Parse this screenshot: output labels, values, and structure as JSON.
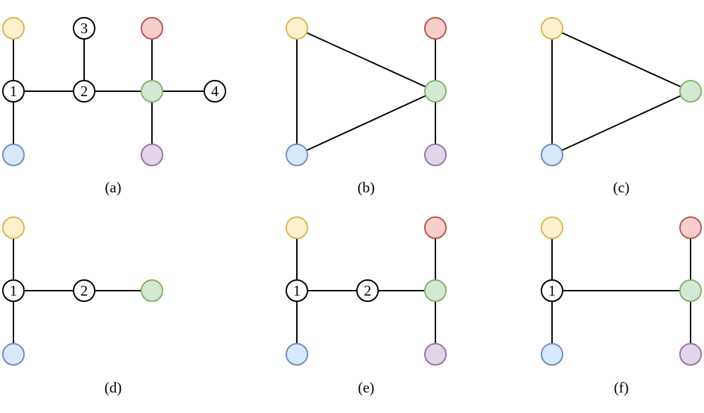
{
  "colors": {
    "yellow": {
      "fill": "#fff2cc",
      "stroke": "#d6b656"
    },
    "red": {
      "fill": "#f8cecc",
      "stroke": "#b85450"
    },
    "green": {
      "fill": "#d5e8d4",
      "stroke": "#82b366"
    },
    "blue": {
      "fill": "#dae8fc",
      "stroke": "#6c8ebf"
    },
    "purple": {
      "fill": "#e1d5e7",
      "stroke": "#9673a6"
    },
    "plain": {
      "fill": "#ffffff",
      "stroke": "#000000"
    }
  },
  "panels": [
    {
      "caption": "(a)",
      "nodes": [
        {
          "id": "y",
          "color": "yellow",
          "label": ""
        },
        {
          "id": "n3",
          "color": "plain",
          "label": "3"
        },
        {
          "id": "r",
          "color": "red",
          "label": ""
        },
        {
          "id": "n1",
          "color": "plain",
          "label": "1"
        },
        {
          "id": "n2",
          "color": "plain",
          "label": "2"
        },
        {
          "id": "g",
          "color": "green",
          "label": ""
        },
        {
          "id": "n4",
          "color": "plain",
          "label": "4"
        },
        {
          "id": "b",
          "color": "blue",
          "label": ""
        },
        {
          "id": "p",
          "color": "purple",
          "label": ""
        }
      ],
      "edges": [
        [
          "y",
          "n1"
        ],
        [
          "n1",
          "b"
        ],
        [
          "n1",
          "n2"
        ],
        [
          "n2",
          "n3"
        ],
        [
          "n2",
          "g"
        ],
        [
          "g",
          "r"
        ],
        [
          "g",
          "p"
        ],
        [
          "g",
          "n4"
        ]
      ]
    },
    {
      "caption": "(b)",
      "nodes": [
        {
          "id": "y",
          "color": "yellow",
          "label": ""
        },
        {
          "id": "r",
          "color": "red",
          "label": ""
        },
        {
          "id": "g",
          "color": "green",
          "label": ""
        },
        {
          "id": "b",
          "color": "blue",
          "label": ""
        },
        {
          "id": "p",
          "color": "purple",
          "label": ""
        }
      ],
      "edges": [
        [
          "y",
          "b"
        ],
        [
          "y",
          "g"
        ],
        [
          "b",
          "g"
        ],
        [
          "g",
          "r"
        ],
        [
          "g",
          "p"
        ]
      ]
    },
    {
      "caption": "(c)",
      "nodes": [
        {
          "id": "y",
          "color": "yellow",
          "label": ""
        },
        {
          "id": "g",
          "color": "green",
          "label": ""
        },
        {
          "id": "b",
          "color": "blue",
          "label": ""
        }
      ],
      "edges": [
        [
          "y",
          "b"
        ],
        [
          "y",
          "g"
        ],
        [
          "b",
          "g"
        ]
      ]
    },
    {
      "caption": "(d)",
      "nodes": [
        {
          "id": "y",
          "color": "yellow",
          "label": ""
        },
        {
          "id": "n1",
          "color": "plain",
          "label": "1"
        },
        {
          "id": "n2",
          "color": "plain",
          "label": "2"
        },
        {
          "id": "g",
          "color": "green",
          "label": ""
        },
        {
          "id": "b",
          "color": "blue",
          "label": ""
        }
      ],
      "edges": [
        [
          "y",
          "n1"
        ],
        [
          "n1",
          "b"
        ],
        [
          "n1",
          "n2"
        ],
        [
          "n2",
          "g"
        ]
      ]
    },
    {
      "caption": "(e)",
      "nodes": [
        {
          "id": "y",
          "color": "yellow",
          "label": ""
        },
        {
          "id": "r",
          "color": "red",
          "label": ""
        },
        {
          "id": "n1",
          "color": "plain",
          "label": "1"
        },
        {
          "id": "n2",
          "color": "plain",
          "label": "2"
        },
        {
          "id": "g",
          "color": "green",
          "label": ""
        },
        {
          "id": "b",
          "color": "blue",
          "label": ""
        },
        {
          "id": "p",
          "color": "purple",
          "label": ""
        }
      ],
      "edges": [
        [
          "y",
          "n1"
        ],
        [
          "n1",
          "b"
        ],
        [
          "n1",
          "n2"
        ],
        [
          "n2",
          "g"
        ],
        [
          "g",
          "r"
        ],
        [
          "g",
          "p"
        ]
      ]
    },
    {
      "caption": "(f)",
      "nodes": [
        {
          "id": "y",
          "color": "yellow",
          "label": ""
        },
        {
          "id": "r",
          "color": "red",
          "label": ""
        },
        {
          "id": "n1",
          "color": "plain",
          "label": "1"
        },
        {
          "id": "g",
          "color": "green",
          "label": ""
        },
        {
          "id": "b",
          "color": "blue",
          "label": ""
        },
        {
          "id": "p",
          "color": "purple",
          "label": ""
        }
      ],
      "edges": [
        [
          "y",
          "n1"
        ],
        [
          "n1",
          "b"
        ],
        [
          "n1",
          "g"
        ],
        [
          "g",
          "r"
        ],
        [
          "g",
          "p"
        ]
      ]
    }
  ]
}
